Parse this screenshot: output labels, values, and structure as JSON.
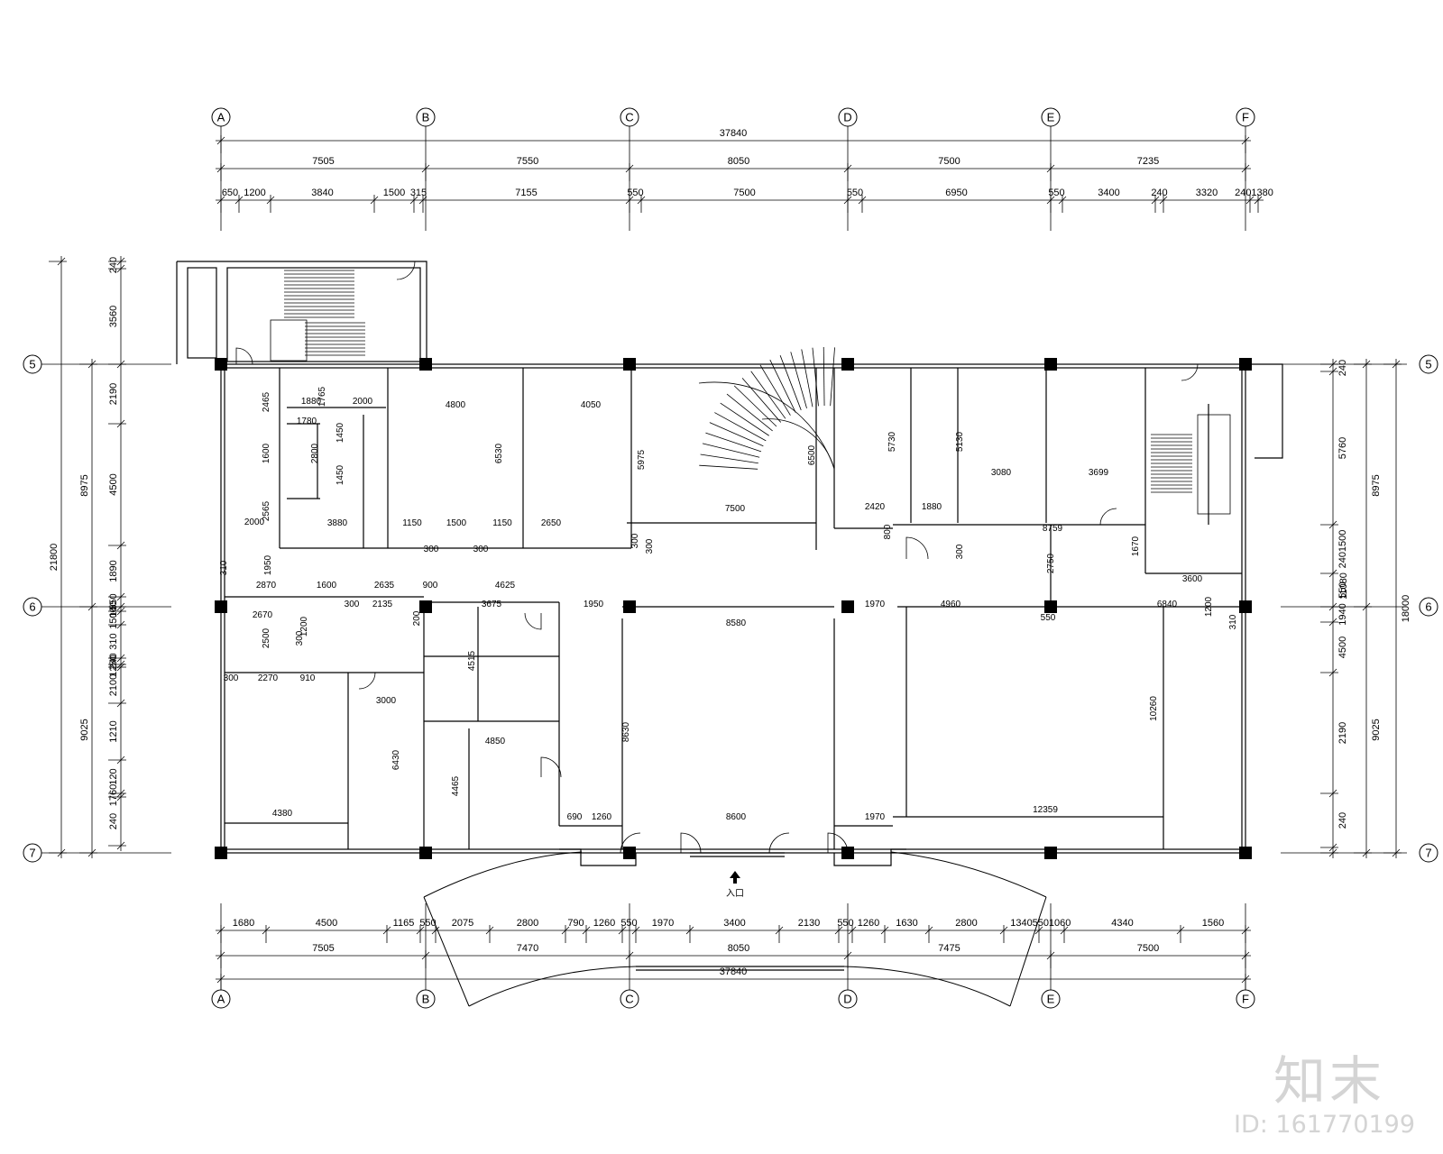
{
  "axes_x": [
    "A",
    "B",
    "C",
    "D",
    "E",
    "F"
  ],
  "axes_y": [
    "5",
    "6",
    "7"
  ],
  "top_total": "37840",
  "top_spans": [
    "7505",
    "7550",
    "8050",
    "7500",
    "7235"
  ],
  "top_details": [
    "650",
    "1200",
    "3840",
    "1500",
    "315",
    "7155",
    "550",
    "7500",
    "550",
    "6950",
    "550",
    "3400",
    "240",
    "3320",
    "2401380"
  ],
  "bottom_total": "37840",
  "bottom_spans": [
    "7505",
    "7470",
    "8050",
    "7475",
    "7500"
  ],
  "bottom_details": [
    "1680",
    "4500",
    "1165",
    "550",
    "2075",
    "2800",
    "790",
    "1260",
    "550",
    "1970",
    "3400",
    "2130",
    "550",
    "1260",
    "1630",
    "2800",
    "1340",
    "5501060",
    "4340",
    "1560"
  ],
  "left_total": "21800",
  "left_spans": [
    "8975",
    "9025"
  ],
  "left_details": [
    "240",
    "3560",
    "2190",
    "4500",
    "1890",
    "550",
    "140",
    "1500",
    "310",
    "240",
    "1250",
    "2100",
    "1210",
    "120",
    "1760",
    "240"
  ],
  "right_total": "18000",
  "right_spans": [
    "8975",
    "9025"
  ],
  "right_details": [
    "240",
    "5760",
    "2401500",
    "550",
    "1940",
    "4500",
    "2190",
    "240"
  ],
  "right_extra": "11080",
  "room_dims": [
    "2465",
    "1765",
    "1880",
    "2000",
    "4800",
    "4050",
    "1780",
    "1450",
    "2800",
    "1600",
    "1450",
    "6530",
    "5975",
    "2565",
    "2000",
    "3880",
    "1150",
    "1500",
    "1150",
    "300",
    "2650",
    "300",
    "300",
    "300",
    "7500",
    "6500",
    "5730",
    "3080",
    "3699",
    "2420",
    "1880",
    "800",
    "5130",
    "8759",
    "300",
    "1670",
    "2750",
    "3600",
    "310",
    "1950",
    "2870",
    "1600",
    "2635",
    "900",
    "4625",
    "300",
    "2135",
    "3675",
    "200",
    "1950",
    "1970",
    "4960",
    "6840",
    "1200",
    "2670",
    "2500",
    "300",
    "1200",
    "4515",
    "8580",
    "550",
    "310",
    "300",
    "2270",
    "910",
    "3000",
    "4850",
    "10260",
    "8630",
    "6430",
    "4465",
    "4380",
    "690",
    "1260",
    "8600",
    "1970",
    "12359"
  ],
  "entrance_label": "入口",
  "watermark_logo": "知末",
  "watermark_id": "ID: 161770199"
}
